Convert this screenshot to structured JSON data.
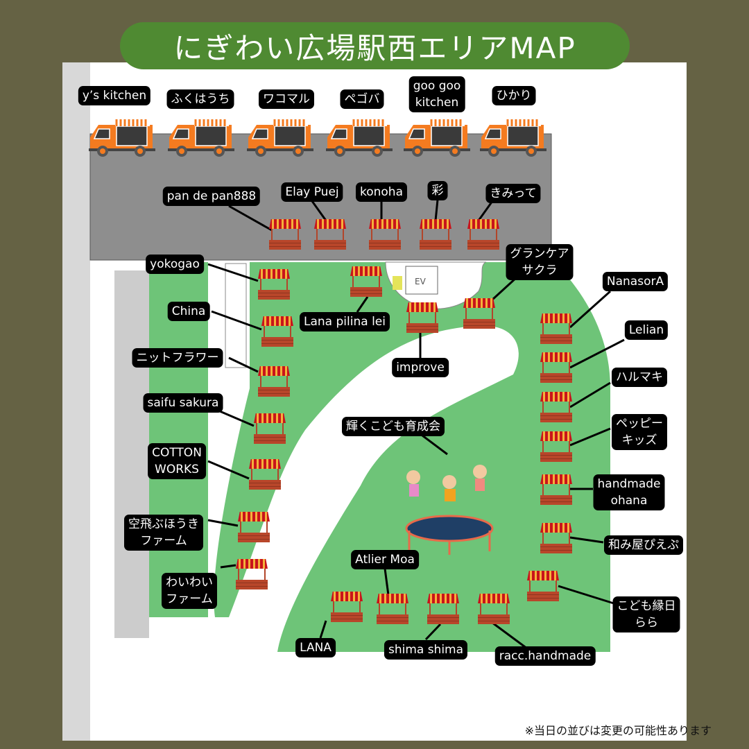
{
  "title": "にぎわい広場駅西エリアMAP",
  "note": "※当日の並びは変更の可能性あります",
  "food_trucks": [
    "y’s kitchen",
    "ふくはうち",
    "ワコマル",
    "ペゴバ",
    "goo goo\nkitchen",
    "ひかり"
  ],
  "parking_stalls": [
    "pan de pan888",
    "Elay Puej",
    "konoha",
    "彩",
    "きみって"
  ],
  "park_stalls": {
    "gran_care": "グランケア\nサクラ",
    "yokogao": "yokogao",
    "lana_pilina": "Lana pilina lei",
    "improve": "improve",
    "china": "China",
    "knit": "ニットフラワー",
    "saifu": "saifu sakura",
    "cotton": "COTTON\nWORKS",
    "houki": "空飛ぶほうき\nファーム",
    "waiwai": "わいわい\nファーム",
    "atlier": "Atlier Moa",
    "lana": "LANA",
    "shima": "shima shima",
    "racc": "racc.handmade",
    "nanasora": "NanasorA",
    "lelian": "Lelian",
    "harumaki": "ハルマキ",
    "peppy": "ペッピー\nキッズ",
    "ohana": "handmade\nohana",
    "pieppu": "和み屋ぴえぷ",
    "ennichi": "こども縁日\nらら"
  },
  "trampoline_label": "輝くこども育成会",
  "ev_label": "EV",
  "colors": {
    "background": "#656244",
    "title": "#4f8a32",
    "park": "#6ec478",
    "parking": "#8e8e8e",
    "truck": "#f47b20"
  }
}
